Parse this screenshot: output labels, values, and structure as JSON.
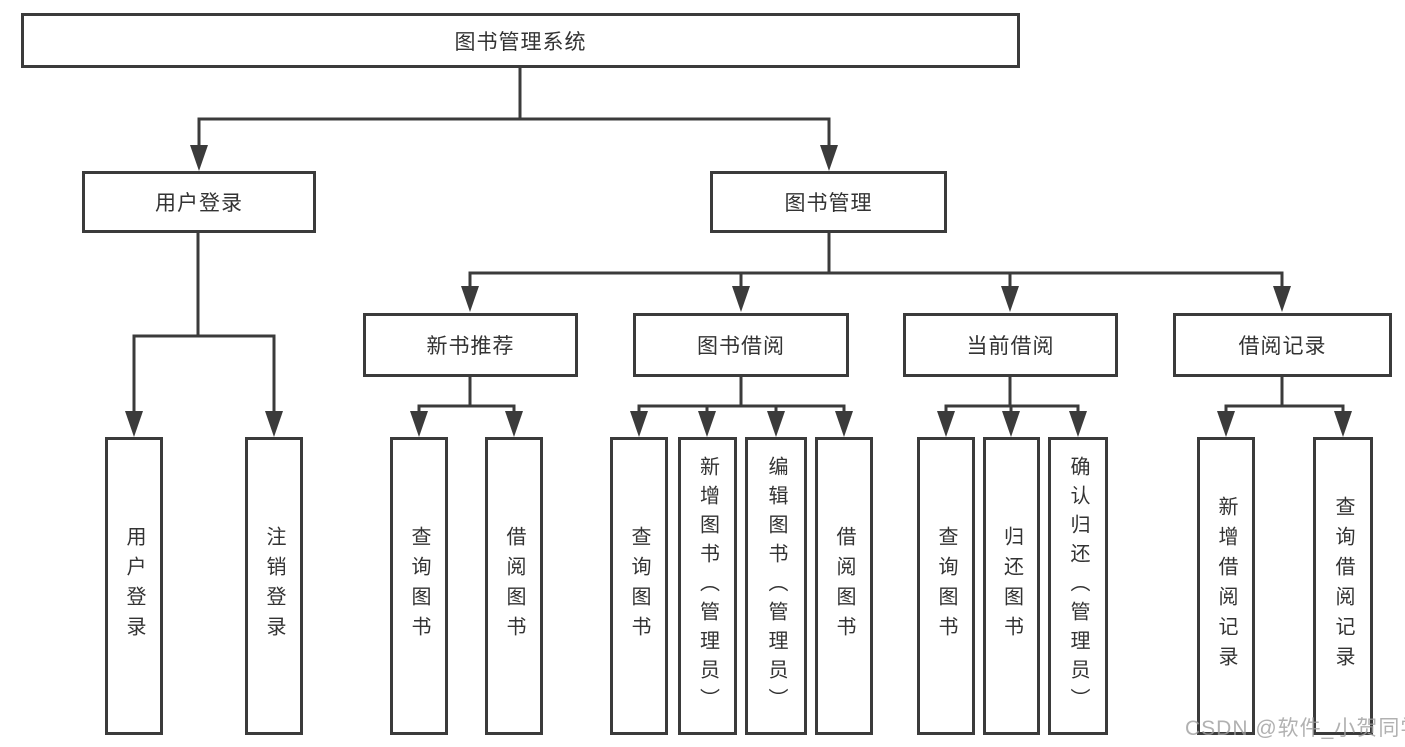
{
  "colors": {
    "line": "#3b3b3b",
    "text": "#333333",
    "background": "#ffffff",
    "watermark": "#9e9e9e"
  },
  "watermark": "CSDN @软件_小贺同学",
  "tree": {
    "root": {
      "label": "图书管理系统",
      "children": [
        {
          "label": "用户登录",
          "children": [
            {
              "label": "用户登录"
            },
            {
              "label": "注销登录"
            }
          ]
        },
        {
          "label": "图书管理",
          "children": [
            {
              "label": "新书推荐",
              "children": [
                {
                  "label": "查询图书"
                },
                {
                  "label": "借阅图书"
                }
              ]
            },
            {
              "label": "图书借阅",
              "children": [
                {
                  "label": "查询图书"
                },
                {
                  "label": "新增图书（管理员）"
                },
                {
                  "label": "编辑图书（管理员）"
                },
                {
                  "label": "借阅图书"
                }
              ]
            },
            {
              "label": "当前借阅",
              "children": [
                {
                  "label": "查询图书"
                },
                {
                  "label": "归还图书"
                },
                {
                  "label": "确认归还（管理员）"
                }
              ]
            },
            {
              "label": "借阅记录",
              "children": [
                {
                  "label": "新增借阅记录"
                },
                {
                  "label": "查询借阅记录"
                }
              ]
            }
          ]
        }
      ]
    }
  }
}
